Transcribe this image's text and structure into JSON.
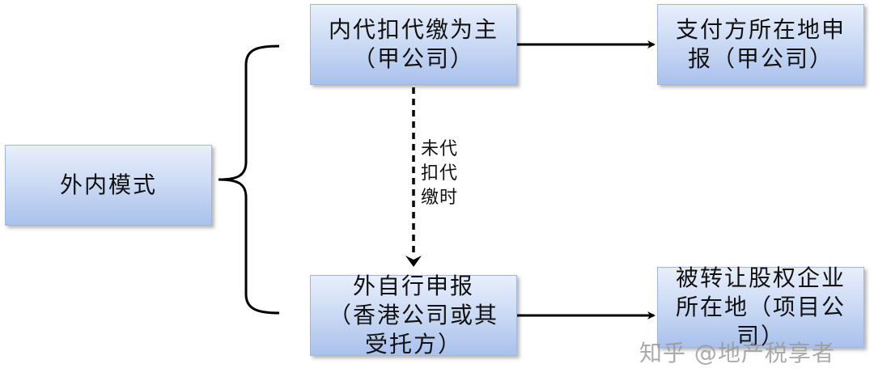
{
  "nodes": {
    "left": "外内模式",
    "top": "内代扣代缴为主\n（甲公司）",
    "bottom": "外自行申报\n（香港公司或其\n受托方）",
    "top_right": "支付方所在地申\n报（甲公司）",
    "bottom_right": "被转让股权企业\n所在地（项目公\n司）"
  },
  "edge_label": "未代\n扣代\n缴时",
  "watermark": "知乎 @地产税享者"
}
